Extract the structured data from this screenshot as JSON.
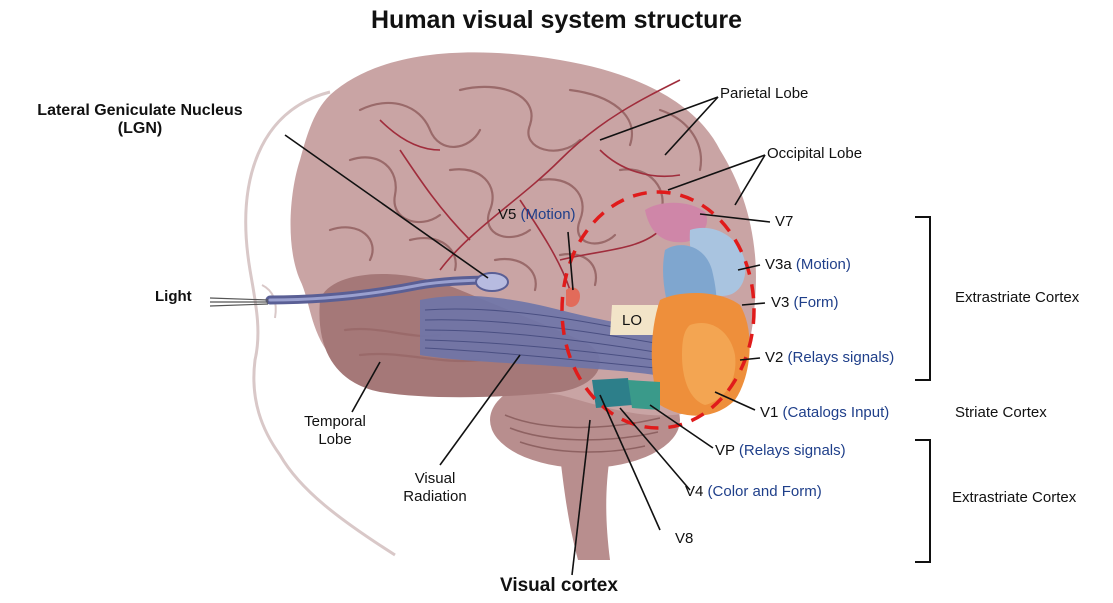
{
  "title": "Human visual system structure",
  "labels": {
    "lgn_line1": "Lateral Geniculate Nucleus",
    "lgn_line2": "(LGN)",
    "parietal": "Parietal Lobe",
    "occipital": "Occipital Lobe",
    "light": "Light",
    "temporal_line1": "Temporal",
    "temporal_line2": "Lobe",
    "radiation_line1": "Visual",
    "radiation_line2": "Radiation",
    "visual_cortex": "Visual cortex",
    "lo": "LO"
  },
  "areas": {
    "v5": {
      "name": "V5",
      "role": "(Motion)"
    },
    "v7": {
      "name": "V7"
    },
    "v3a": {
      "name": "V3a",
      "role": "(Motion)"
    },
    "v3": {
      "name": "V3",
      "role": "(Form)"
    },
    "v2": {
      "name": "V2",
      "role": "(Relays signals)"
    },
    "v1": {
      "name": "V1",
      "role": "(Catalogs Input)"
    },
    "vp": {
      "name": "VP",
      "role": "(Relays signals)"
    },
    "v4": {
      "name": "V4",
      "role": "(Color and Form)"
    },
    "v8": {
      "name": "V8"
    }
  },
  "groups": {
    "extrastriate_top": "Extrastriate Cortex",
    "striate": "Striate Cortex",
    "extrastriate_bottom": "Extrastriate Cortex"
  },
  "colors": {
    "brain": "#c9a4a4",
    "brain_dark": "#a57878",
    "vessel": "#9e2d3a",
    "cerebellum": "#b88e8e",
    "radiation": "#6f75a8",
    "highlight_circle": "#e01b1b",
    "v1": "#f3a552",
    "v2": "#ee8f3b",
    "v3": "#7fa6cf",
    "v3a": "#a9c4e0",
    "v7": "#cf86a8",
    "lo": "#f2e4c8",
    "v4": "#2d7f8a",
    "vp": "#3a9a8a",
    "v5": "#e26b5a",
    "label_blue": "#1f3f8a"
  }
}
